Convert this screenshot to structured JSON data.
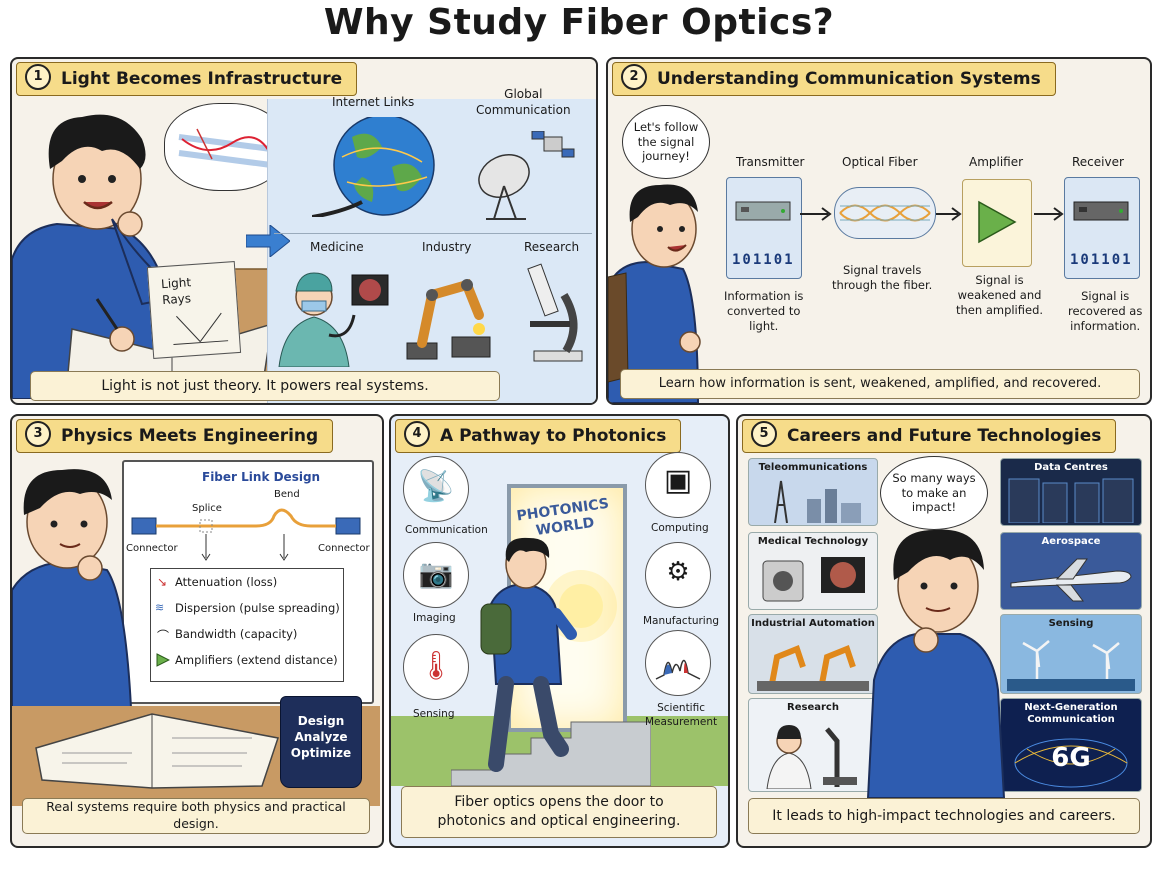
{
  "title": "Why Study Fiber Optics?",
  "panel1": {
    "num": "1",
    "title": "Light Becomes Infrastructure",
    "book_label": "Light\nRays",
    "internet": "Internet Links",
    "global": "Global\nCommunication",
    "medicine": "Medicine",
    "industry": "Industry",
    "research": "Research",
    "caption": "Light is not just theory.  It powers real systems."
  },
  "panel2": {
    "num": "2",
    "title": "Understanding Communication Systems",
    "thought": "Let's follow\nthe signal\njourney!",
    "stages": [
      {
        "label": "Transmitter",
        "desc": "Information is\nconverted to\nlight."
      },
      {
        "label": "Optical Fiber",
        "desc": "Signal travels\nthrough the fiber."
      },
      {
        "label": "Amplifier",
        "desc": "Signal is\nweakened and\nthen amplified."
      },
      {
        "label": "Receiver",
        "desc": "Signal is\nrecovered as\ninformation."
      }
    ],
    "binary_tx": "101101",
    "binary_rx": "101101",
    "caption": "Learn how information is sent, weakened, amplified, and recovered."
  },
  "panel3": {
    "num": "3",
    "title": "Physics Meets Engineering",
    "board_title": "Fiber Link Design",
    "splice": "Splice",
    "bend": "Bend",
    "connector_left": "Connector",
    "connector_right": "Connector",
    "list": [
      "Attenuation (loss)",
      "Dispersion (pulse spreading)",
      "Bandwidth (capacity)",
      "Amplifiers (extend distance)"
    ],
    "mug": "Design\nAnalyze\nOptimize",
    "caption": "Real systems require both physics and practical design."
  },
  "panel4": {
    "num": "4",
    "title": "A Pathway to Photonics",
    "door": "PHOTONICS\nWORLD",
    "communication": "Communication",
    "computing": "Computing",
    "imaging": "Imaging",
    "manufacturing": "Manufacturing",
    "sensing": "Sensing",
    "scientific": "Scientific\nMeasurement",
    "caption": "Fiber optics opens the door to\nphotonics and optical engineering."
  },
  "panel5": {
    "num": "5",
    "title": "Careers and Future Technologies",
    "thought": "So many ways\nto make an\nimpact!",
    "telecom": "Teleommunications",
    "medical": "Medical Technology",
    "automation": "Industrial Automation",
    "research": "Research",
    "datacentres": "Data Centres",
    "aerospace": "Aerospace",
    "sensing": "Sensing",
    "nextgen": "Next-Generation\nCommunication",
    "sixg": "6G",
    "caption": "It leads to high-impact technologies and careers."
  }
}
